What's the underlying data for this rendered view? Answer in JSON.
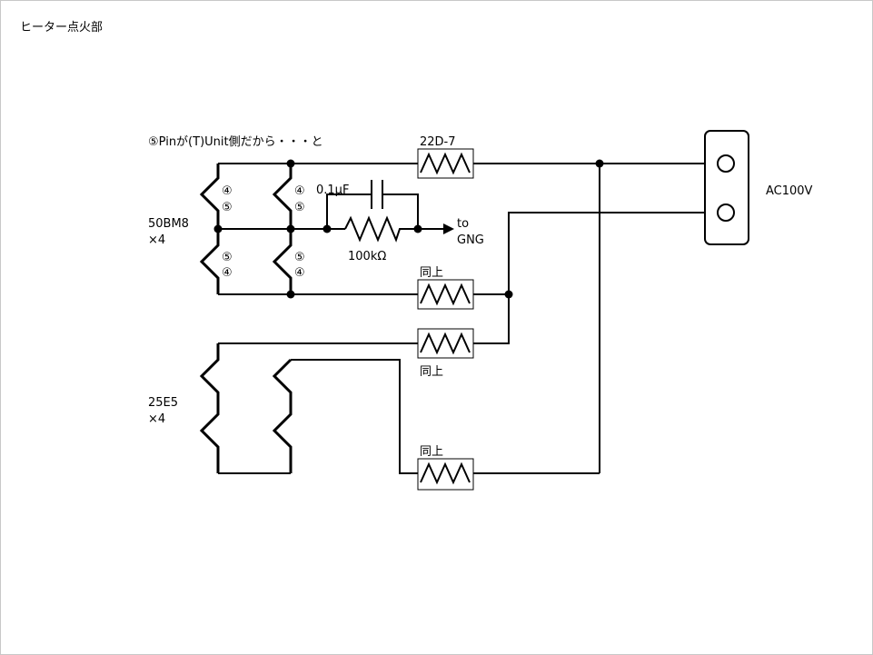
{
  "title": "ヒーター点火部",
  "note": "⑤Pinが(T)Unit側だから・・・と",
  "resistors": {
    "main": "22D-7",
    "same1": "同上",
    "same2": "同上",
    "same3": "同上"
  },
  "source": "AC100V",
  "tubes1": {
    "name": "50BM8",
    "count": "×4",
    "pins_upper": [
      "④",
      "⑤"
    ],
    "pins_lower": [
      "⑤",
      "④"
    ]
  },
  "tubes2": {
    "name": "25E5",
    "count": "×4"
  },
  "capacitor": "0.1μF",
  "resistor_100k": "100kΩ",
  "ground": {
    "to": "to",
    "label": "GNG"
  }
}
